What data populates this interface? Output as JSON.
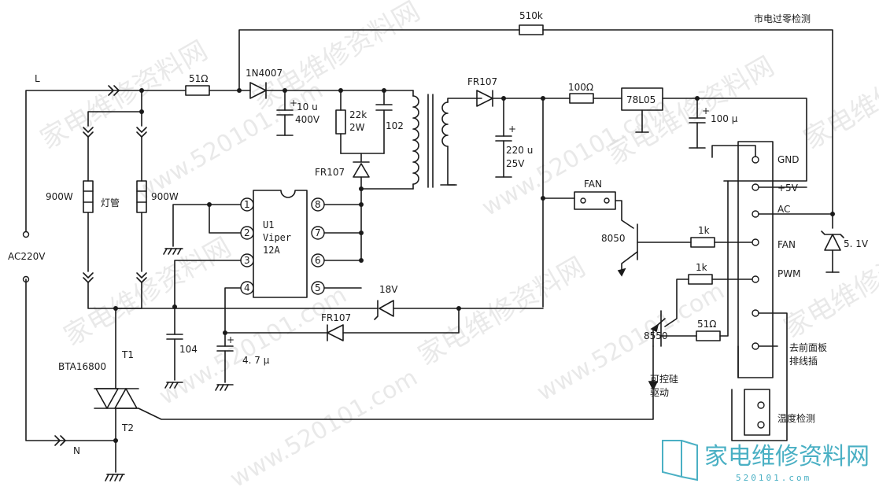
{
  "labels": {
    "zero_cross": "市电过零检测",
    "r_510k": "510k",
    "line_l": "L",
    "r_51": "51Ω",
    "d_1n4007": "1N4007",
    "c_10u": "10 u",
    "c_10u_v": "400V",
    "r_22k": "22k",
    "r_22k_w": "2W",
    "c_102": "102",
    "d_fr107_a": "FR107",
    "d_fr107_b": "FR107",
    "d_fr107_c": "FR107",
    "c_220u": "220 u",
    "c_220u_v": "25V",
    "r_100": "100Ω",
    "reg_78l05": "78L05",
    "c_100u": "100 μ",
    "lamp_left_w": "900W",
    "lamp_name": "灯管",
    "lamp_right_w": "900W",
    "ic_u1": "U1",
    "ic_name": "Viper",
    "ic_part": "12A",
    "ac220v": "AC220V",
    "fan_box": "FAN",
    "q_8050": "8050",
    "r_1k_a": "1k",
    "r_1k_b": "1k",
    "zener_18v": "18V",
    "c_104": "104",
    "c_4u7": "4. 7 μ",
    "triac": "BTA16800",
    "t1": "T1",
    "t2": "T2",
    "q_8550": "8550",
    "r_51_b": "51Ω",
    "scr_drive_1": "可控硅",
    "scr_drive_2": "驱动",
    "line_n": "N",
    "zener_51": "5. 1V",
    "conn_gnd": "GND",
    "conn_5v": "+5V",
    "conn_ac": "AC",
    "conn_fan": "FAN",
    "conn_pwm": "PWM",
    "conn_panel_1": "去前面板",
    "conn_panel_2": "排线插",
    "temp_detect": "温度检测",
    "pin1": "1",
    "pin2": "2",
    "pin3": "3",
    "pin4": "4",
    "pin5": "5",
    "pin6": "6",
    "pin7": "7",
    "pin8": "8"
  },
  "watermark": {
    "cn": "家电维修资料网",
    "url": "www.520101.com"
  },
  "logo": {
    "name": "家电维修资料网",
    "site": "520101.com"
  }
}
